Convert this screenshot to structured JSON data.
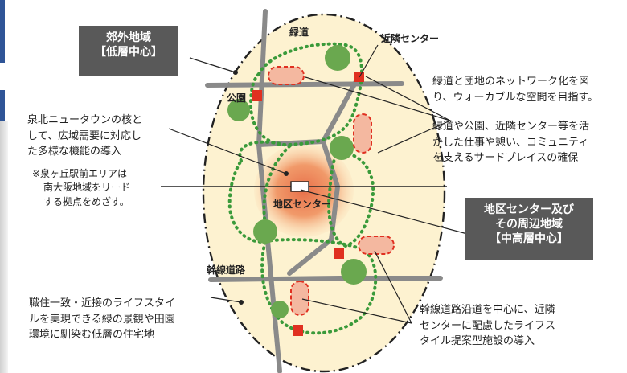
{
  "suburban_box": {
    "title": "郊外地域",
    "subtitle": "【低層中心】"
  },
  "district_box": {
    "line1": "地区センター及び",
    "line2": "その周辺地域",
    "subtitle": "【中高層中心】"
  },
  "labels": {
    "greenway": "緑道",
    "neighborhood_center": "近隣センター",
    "park": "公園",
    "district_center": "地区センター",
    "trunk_road": "幹線道路"
  },
  "notes": {
    "core": [
      "泉北ニュータウンの核と",
      "して、広域需要に対応し",
      "た多様な機能の導入"
    ],
    "izumigaoka": [
      "※泉ヶ丘駅前エリアは",
      "南大阪地域をリード",
      "する拠点をめざす。"
    ],
    "network": [
      "緑道と団地のネットワーク化を図",
      "り、ウォーカブルな空間を目指す。"
    ],
    "third_place": [
      "緑道や公園、近隣センター等を活",
      "かした仕事や憩い、コミュニティ",
      "を支えるサードプレイスの確保"
    ],
    "lifestyle": [
      "職住一致・近接のライフスタイ",
      "ルを実現できる緑の景観や田園",
      "環境に馴染む低層の住宅地"
    ],
    "roadside": [
      "幹線道路沿道を中心に、近隣",
      "センターに配慮したライフス",
      "タイル提案型施設の導入"
    ]
  },
  "colors": {
    "accent_blue": "#2f5597",
    "box_gray": "#595959",
    "area_fill": "#fdf2d0",
    "green": "#3a9a3a",
    "tree": "#6aa84f",
    "red": "#e03020",
    "road": "#8a8a8a"
  }
}
